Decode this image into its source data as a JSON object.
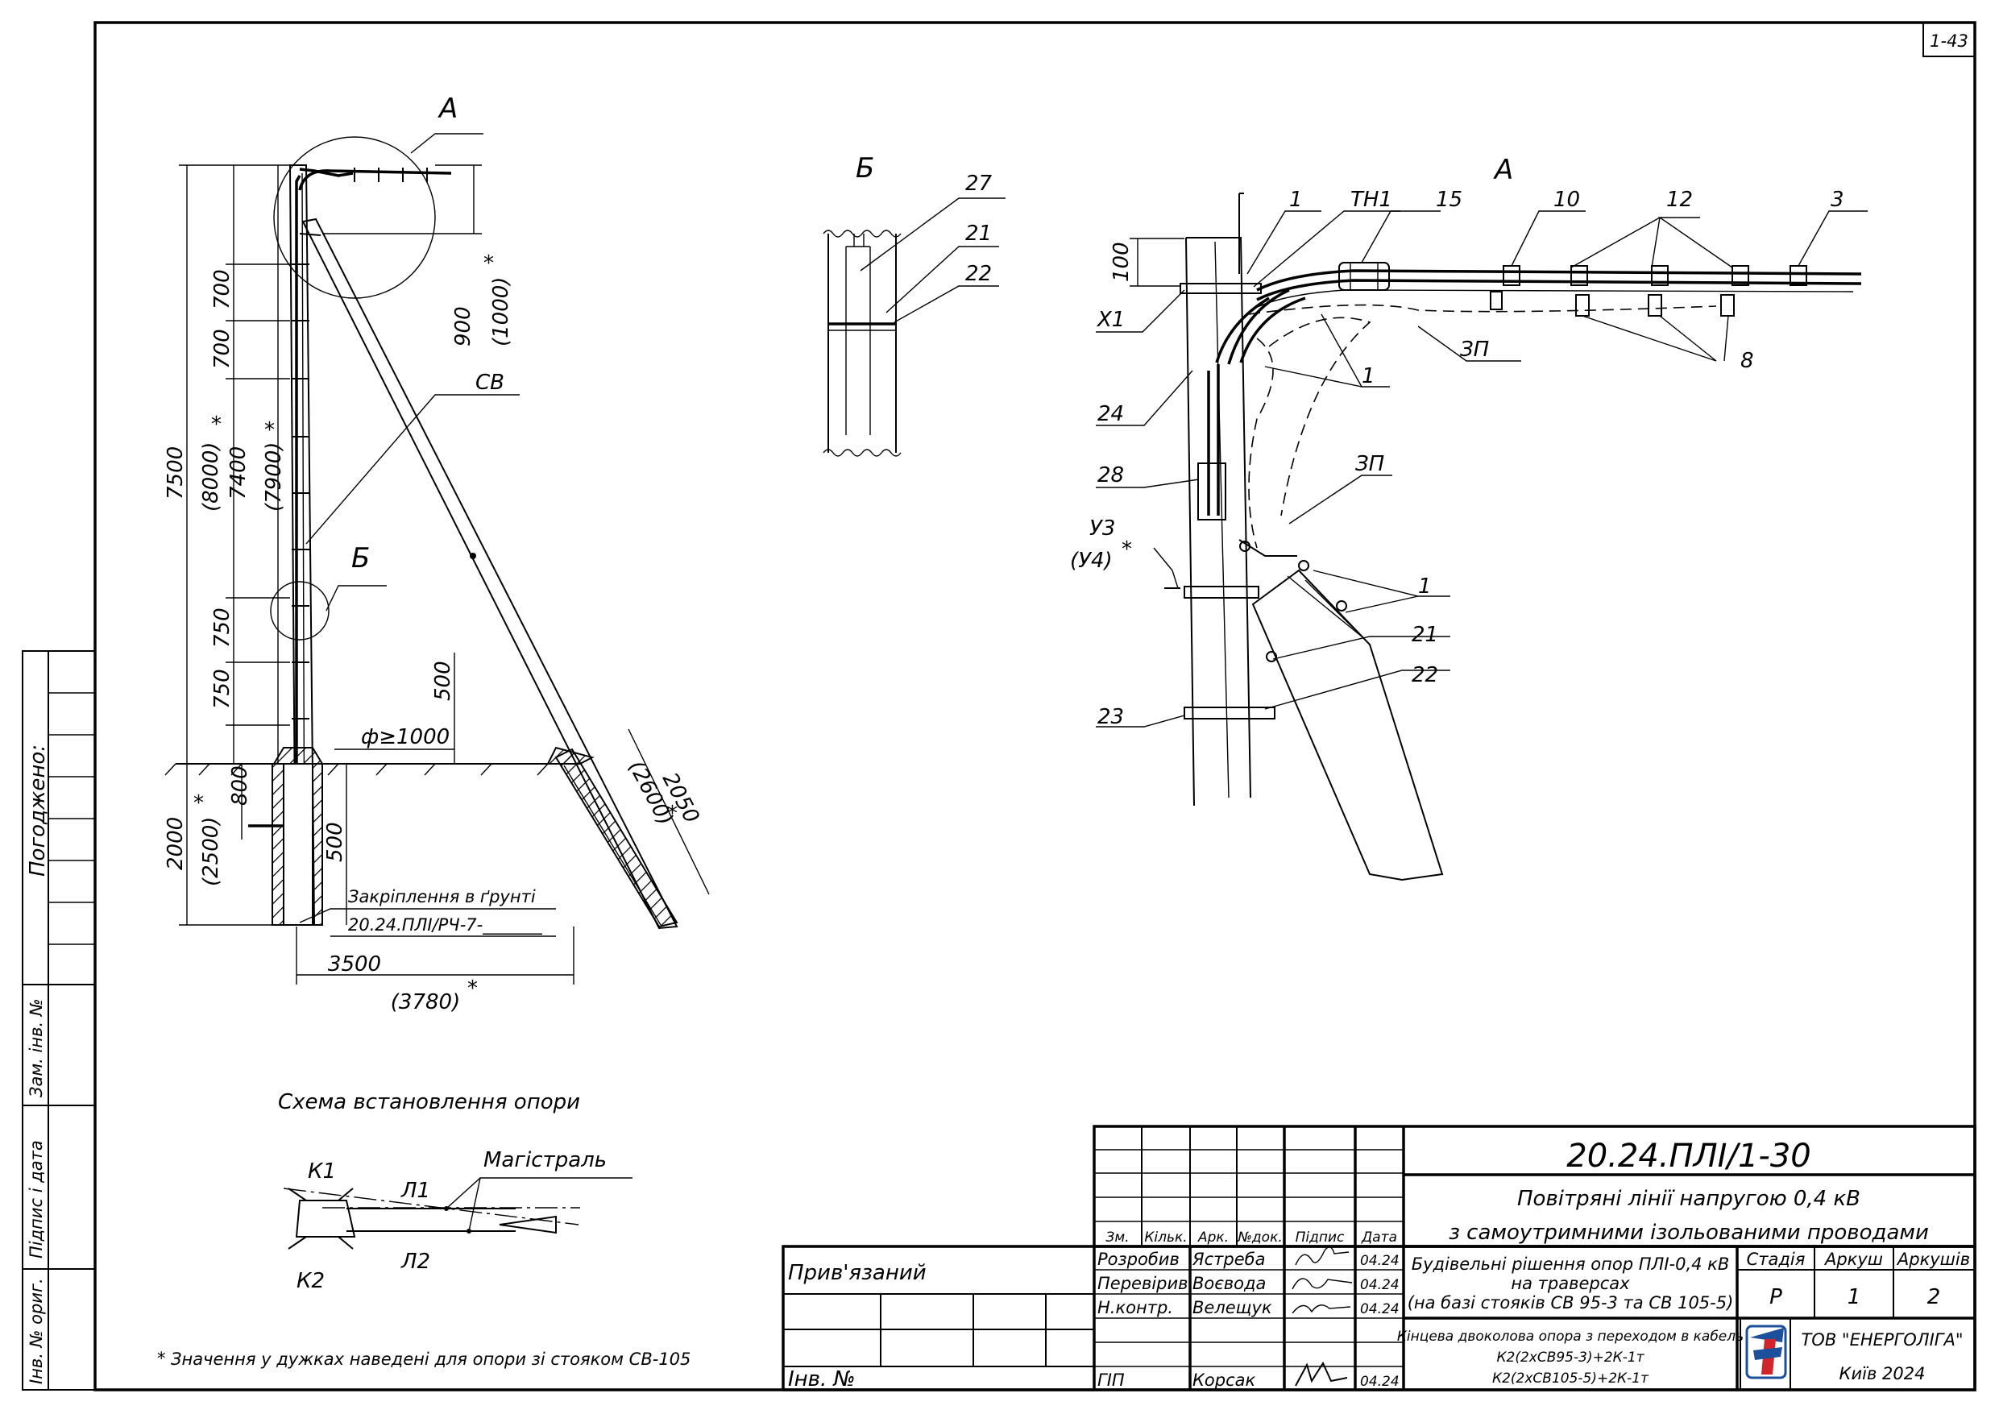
{
  "sheet_no": "1-43",
  "left_strip": {
    "agreed": "Погоджено:",
    "repl_inv": "Зам. інв. №",
    "sign_date": "Підпис і дата",
    "orig_inv": "Інв. № ориг."
  },
  "main_view": {
    "callout_a": "А",
    "callout_b": "Б",
    "callout_sv": "СВ",
    "dims": {
      "d900": "900",
      "d1000": "(1000)",
      "d700a": "700",
      "d700b": "700",
      "d7500": "7500",
      "d8000": "(8000)",
      "d7400": "7400",
      "d7900": "(7900)",
      "d750a": "750",
      "d750b": "750",
      "d500a": "500",
      "d_diam": "ф≥1000",
      "d800": "800",
      "d500b": "500",
      "d2000": "2000",
      "d2500": "(2500)",
      "d2050": "2050",
      "d2600": "(2600)",
      "d3500": "3500",
      "d3780": "(3780)",
      "star": "*"
    },
    "ground_note1": "Закріплення в ґрунті",
    "ground_note2": "20.24.ПЛІ/РЧ-7-_______"
  },
  "detail_b": {
    "title": "Б",
    "labels": [
      "27",
      "21",
      "22"
    ]
  },
  "detail_a": {
    "title": "А",
    "labels": {
      "l1a": "1",
      "th1": "ТН1",
      "l15": "15",
      "l10": "10",
      "l12": "12",
      "l3": "3",
      "l100": "100",
      "x1": "Х1",
      "l1b": "1",
      "zp1": "ЗП",
      "l8": "8",
      "l24": "24",
      "l28": "28",
      "zp2": "ЗП",
      "uz": "У3",
      "u4": "(У4)",
      "l1c": "1",
      "l21": "21",
      "l22": "22",
      "l23": "23"
    }
  },
  "scheme": {
    "title": "Схема встановлення опори",
    "k1": "К1",
    "k2": "К2",
    "l1": "Л1",
    "l2": "Л2",
    "main": "Магістраль"
  },
  "footnote": "Значення у дужках наведені для опори зі стояком СВ-105",
  "title_block": {
    "code": "20.24.ПЛІ/1-30",
    "project_line1": "Повітряні лінії напругою 0,4 кВ",
    "project_line2": "з самоутримними ізольованими проводами",
    "hdr": [
      "Зм.",
      "Кільк.",
      "Арк.",
      "№док.",
      "Підпис",
      "Дата"
    ],
    "bound": "Прив'язаний",
    "inv": "Інв. №",
    "people": [
      {
        "role": "Розробив",
        "name": "Ястреба",
        "date": "04.24"
      },
      {
        "role": "Перевірив",
        "name": "Воєвода",
        "date": "04.24"
      },
      {
        "role": "Н.контр.",
        "name": "Велещук",
        "date": "04.24"
      },
      {
        "role": "ГІП",
        "name": "Корсак",
        "date": "04.24"
      }
    ],
    "doc_title1": "Будівельні рішення опор ПЛІ-0,4 кВ",
    "doc_title2": "на траверсах",
    "doc_title3": "(на базі стояків СВ 95-3 та СВ 105-5)",
    "stage_h": "Стадія",
    "sheet_h": "Аркуш",
    "sheets_h": "Аркушів",
    "stage": "Р",
    "sheet": "1",
    "sheets": "2",
    "drawing1": "Кінцева двоколова опора з переходом в кабель",
    "drawing2": "К2(2хСВ95-3)+2К-1т",
    "drawing3": "К2(2хСВ105-5)+2К-1т",
    "company": "ТОВ \"ЕНЕРГОЛІГА\"",
    "city": "Київ 2024"
  }
}
